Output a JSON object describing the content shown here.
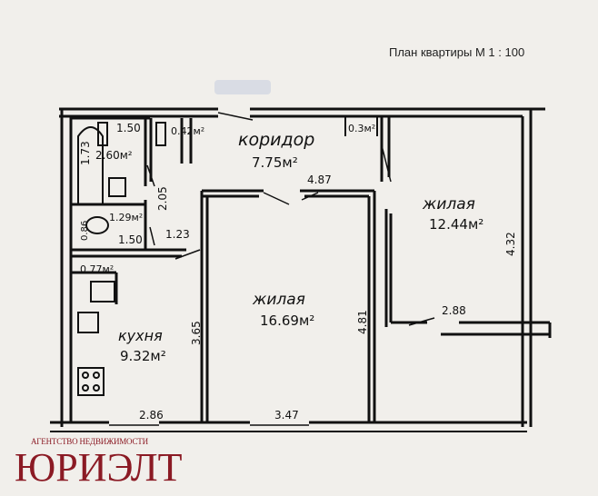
{
  "title": "План квартиры М 1 : 100",
  "rooms": {
    "corridor": {
      "name": "коридор",
      "area": "7.75м²"
    },
    "living_right": {
      "name": "жилая",
      "area": "12.44м²"
    },
    "living_center": {
      "name": "жилая",
      "area": "16.69м²"
    },
    "kitchen": {
      "name": "кухня",
      "area": "9.32м²"
    },
    "bathroom": {
      "area": "2.60м²"
    },
    "toilet": {
      "area": "1.29м²"
    },
    "closet_top": {
      "area": "0.42м²"
    },
    "closet_right": {
      "area": "0.3м²"
    },
    "closet_kitchen": {
      "area": "0.77м²"
    }
  },
  "dimensions": [
    "1.50",
    "1.73",
    "2.05",
    "0.86",
    "1.50",
    "1.23",
    "4.87",
    "4.32",
    "4.81",
    "2.88",
    "3.65",
    "2.86",
    "3.47"
  ],
  "agency": {
    "subtitle": "АГЕНТСТВО НЕДВИЖИМОСТИ",
    "name": "ЮРИЭЛТ",
    "color": "#8b1a24"
  }
}
